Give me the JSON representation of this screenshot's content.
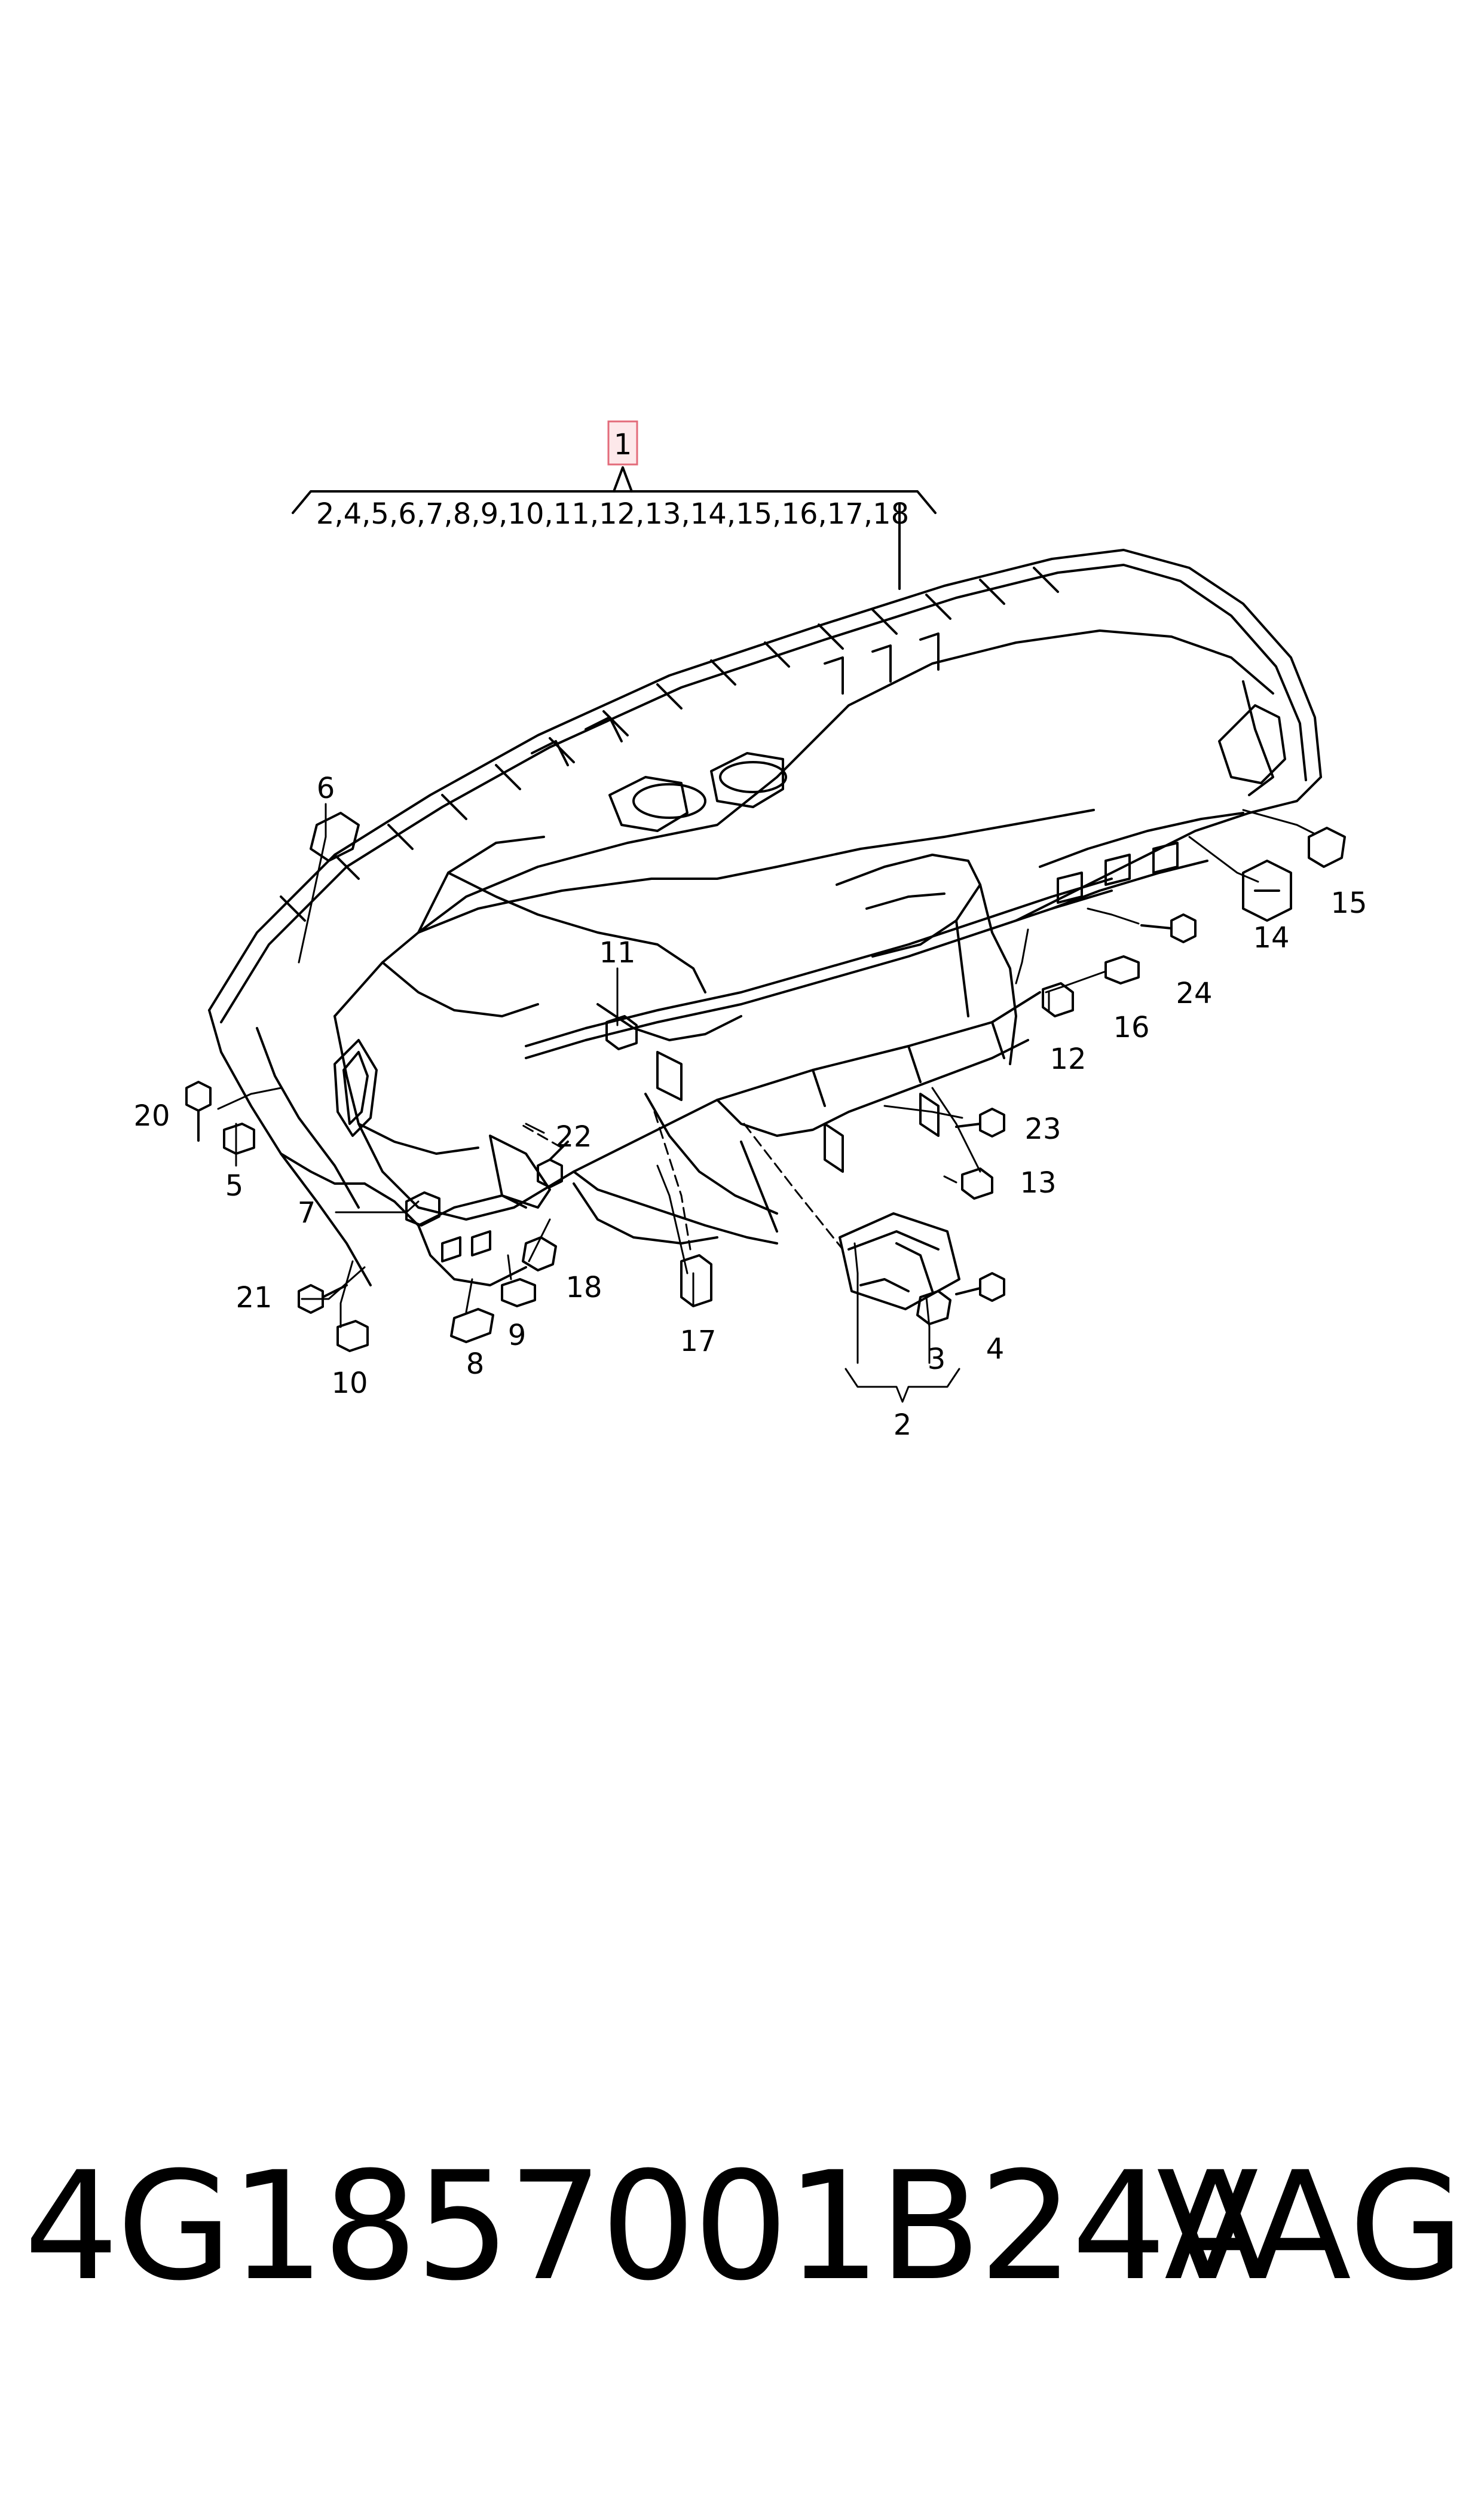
{
  "callouts": {
    "c1": "1",
    "group": "2,4,5,6,7,8,9,10,11,12,13,14,15,16,17,18",
    "c2": "2",
    "c3": "3",
    "c4": "4",
    "c5": "5",
    "c6": "6",
    "c7": "7",
    "c8": "8",
    "c9": "9",
    "c10": "10",
    "c11": "11",
    "c12": "12",
    "c13": "13",
    "c14": "14",
    "c15": "15",
    "c16": "16",
    "c17": "17",
    "c18": "18",
    "c20": "20",
    "c21": "21",
    "c22": "22",
    "c23": "23",
    "c24": "24"
  },
  "footer": {
    "part_number": "4G1857001B24A",
    "brand": "VAG"
  },
  "colors": {
    "highlight_border": "#e36b7a",
    "highlight_fill": "#fde8ea",
    "line": "#000000"
  }
}
